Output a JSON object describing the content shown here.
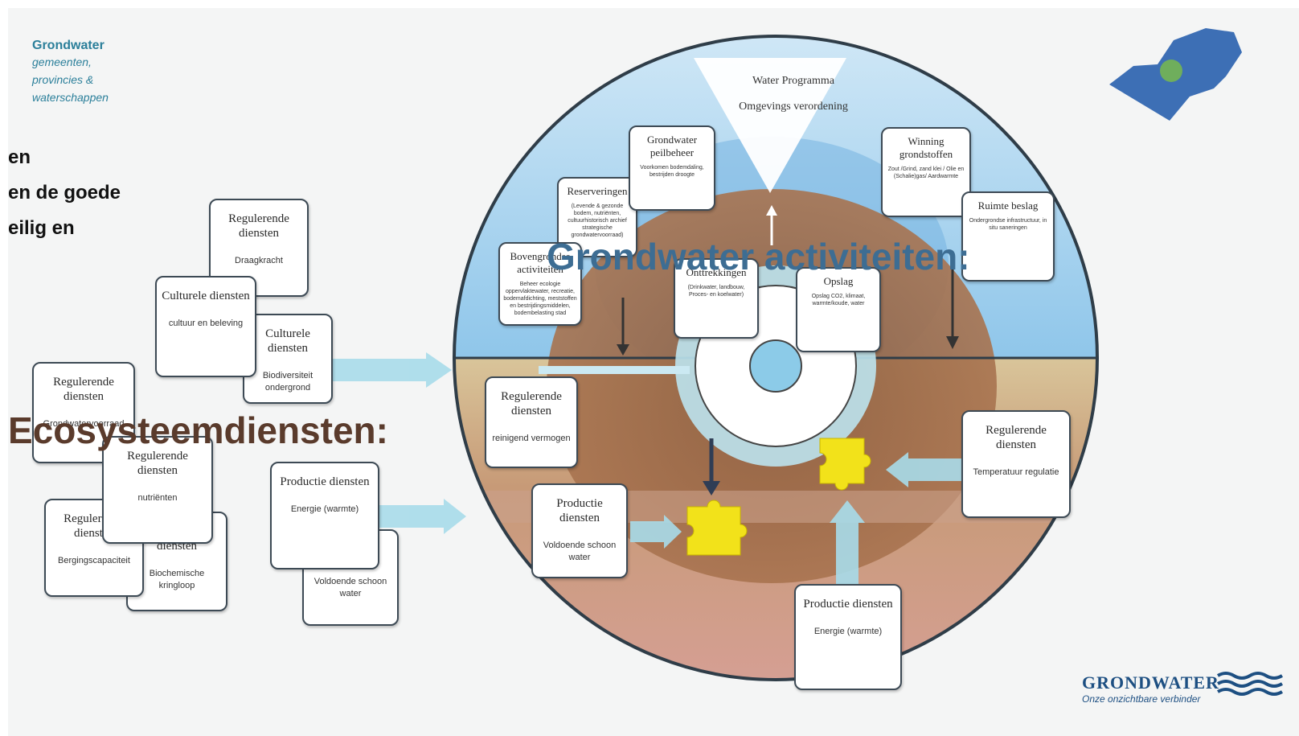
{
  "header": {
    "title": "Grondwater",
    "lines": [
      "gemeenten,",
      "provincies &",
      "waterschappen"
    ]
  },
  "left_fragments": [
    "en",
    "en de goede",
    "eilig en"
  ],
  "headings": {
    "ecosystem": "Ecosysteemdiensten:",
    "activities": "Grondwater activiteiten:"
  },
  "program": {
    "title": "Water Programma",
    "subtitle": "Omgevings verordening"
  },
  "eco_cards": [
    {
      "title": "Regulerende diensten",
      "desc": "Draagkracht"
    },
    {
      "title": "Culturele diensten",
      "desc": "cultuur en beleving"
    },
    {
      "title": "Culturele diensten",
      "desc": "Biodiversiteit ondergrond"
    },
    {
      "title": "Regulerende diensten",
      "desc": "Grondwatervoorraad"
    },
    {
      "title": "Regulerende diensten",
      "desc": "Bergingscapaciteit"
    },
    {
      "title": "Regulerende diensten",
      "desc": "Biochemische kringloop"
    },
    {
      "title": "Regulerende diensten",
      "desc": "nutriënten"
    },
    {
      "title": "Productie diensten",
      "desc": "Energie (warmte)"
    },
    {
      "title": "",
      "desc": "Voldoende schoon water"
    }
  ],
  "activity_cards": [
    {
      "title": "Grondwater peilbeheer",
      "desc": "Voorkomen bodemdaling, bestrijden droogte"
    },
    {
      "title": "Winning grondstoffen",
      "desc": "Zout /Grind, zand klei / Olie en (Schalie)gas/ Aardwarmte"
    },
    {
      "title": "Reserveringen",
      "desc": "(Levende & gezonde bodem, nutriënten, cultuurhistorisch archief strategische grondwatervoorraad)"
    },
    {
      "title": "Ruimte beslag",
      "desc": "Ondergrondse infrastructuur, in situ saneringen"
    },
    {
      "title": "Bovengrondse activiteiten",
      "desc": "Beheer ecologie oppervlaktewater, recreatie, bodemafdichting, meststoffen en bestrijdingsmiddelen, bodembelasting stad"
    },
    {
      "title": "Onttrekkingen",
      "desc": "(Drinkwater, landbouw, Proces- en koelwater)"
    },
    {
      "title": "Opslag",
      "desc": "Opslag CO2, klimaat, warmte/koude, water"
    }
  ],
  "inner_cards": [
    {
      "title": "Regulerende diensten",
      "desc": "reinigend vermogen"
    },
    {
      "title": "Productie diensten",
      "desc": "Voldoende schoon water"
    },
    {
      "title": "Regulerende diensten",
      "desc": "Temperatuur regulatie"
    },
    {
      "title": "Productie diensten",
      "desc": "Energie (warmte)"
    }
  ],
  "brand": {
    "name": "GRONDWATER",
    "tagline": "Onze onzichtbare verbinder"
  },
  "colors": {
    "sky": "#a9d5ee",
    "soil": "#b0856a",
    "arrow": "#a8dcea",
    "puzzle": "#f2e21a",
    "heading_eco": "#5a3b2c",
    "heading_gw": "#3d6d93"
  }
}
